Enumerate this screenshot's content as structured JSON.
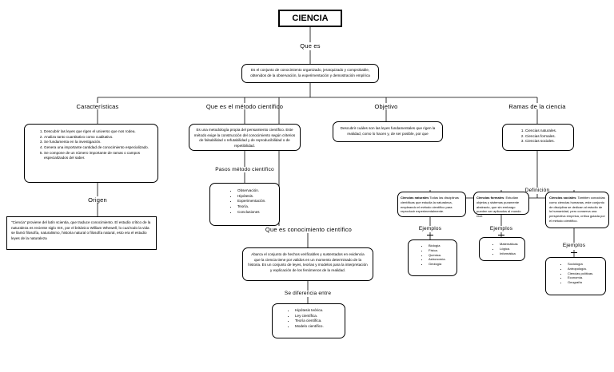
{
  "title": "CIENCIA",
  "que_es": {
    "label": "Que es",
    "text": "Es el conjunto de conocimiento organizado, jerarquizado y comprobable, obtenidos de la observación, la experimentación y demostración empírica"
  },
  "caracteristicas": {
    "label": "Características",
    "items": [
      "Descubrir las leyes que rigen el universo que nos rodea.",
      "Analiza tanto cuantitativo como cualitativo.",
      "Se fundamenta en la investigación.",
      "Genera una importante cantidad de conocimiento especializado.",
      "Se compone de un número importante de ramas o campos especializados del saber."
    ]
  },
  "origen": {
    "label": "Origen",
    "text": "\"Ciencia\" proviene del latín scientia, que traduce conocimiento. El estudio crítico de la naturaleza es reciente siglo XIX, por el británico William Whewell, lo cual todo la vida se llamó filosofía, naturalismo, historia natural o filosofía natural, esto era el estudio leyes de la naturaleza"
  },
  "metodo": {
    "label": "Que es el método científico",
    "text": "Es una metodología propia del pensamiento científico. Este método exige la construcción del conocimiento según criterios de falsabilidad o refutabilidad y de reproducibilidad o de repetibilidad.",
    "pasos_label": "Pasos método científico",
    "pasos": [
      "Observación.",
      "Hipótesis.",
      "Experimentación.",
      "Teoría.",
      "Conclusiones"
    ]
  },
  "conocimiento": {
    "label": "Que es conocimiento científico",
    "text": "Abarca el conjunto de hechos verificables y sustentados en evidencia que la ciencia tiene por validos en un momento determinado de la historia. Es un conjunto de leyes, teorías y modelos para la interpretación y explicación de los fenómenos de la realidad.",
    "diferencia_label": "Se diferencia entre",
    "diferencia": [
      "Hipótesis teórica.",
      "Ley científica.",
      "Teoría científica.",
      "Modelo científico."
    ]
  },
  "objetivo": {
    "label": "Objetivo",
    "text": "Descubrir cuáles son las leyes fundamentales que rigen la realidad, como lo hacen y, de ser posible, por que"
  },
  "ramas": {
    "label": "Ramas de la ciencia",
    "items": [
      "Ciencias naturales.",
      "Ciencias formales.",
      "Ciencias sociales."
    ],
    "definicion_label": "Definición",
    "naturales": {
      "term": "Ciencias naturales",
      "text": " Todas las disciplinas científicas que estudia la naturaleza, empleando el método científico para reproducir experimentalmente."
    },
    "formales": {
      "term": "Ciencias formales",
      "text": ": Estudian objetos y sistemas puramente abstracto, que sin embargo pueden ser aplicados al mundo real."
    },
    "sociales": {
      "term": "Ciencias sociales",
      "text": ": Tambien conocidas como ciencias humanas, este conjunto de disciplina se dedican al estudio de la humanidad, pero conserva una perspectiva empírica, crítica guiada por el método científico."
    },
    "ejemplos_label": "Ejemplos",
    "ejemplos_naturales": [
      "Biología",
      "Física.",
      "Química.",
      "Astronomía.",
      "Geología"
    ],
    "ejemplos_formales": [
      "Matemáticas",
      "Lógica.",
      "Informática"
    ],
    "ejemplos_sociales": [
      "Sociología",
      "Antropología.",
      "Ciencias políticas.",
      "Economía.",
      "Geografía"
    ]
  }
}
